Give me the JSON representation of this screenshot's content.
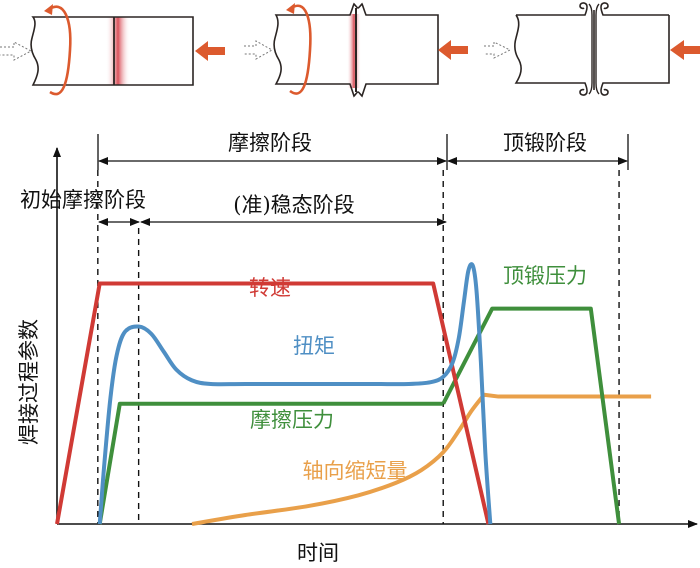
{
  "title": "旋转摩擦焊接过程参数示意图",
  "schematics": [
    {
      "name": "initial-friction",
      "features": [
        "rotation-arrow",
        "heated-interface",
        "axial-force-arrow",
        "dotted-feed-arrow"
      ]
    },
    {
      "name": "steady-friction",
      "features": [
        "rotation-arrow",
        "heated-interface-with-flash",
        "axial-force-arrow",
        "dotted-feed-arrow"
      ]
    },
    {
      "name": "forging",
      "features": [
        "curled-flash",
        "axial-force-arrow",
        "dotted-feed-arrow"
      ]
    }
  ],
  "phases": {
    "friction": "摩擦阶段",
    "forging": "顶锻阶段",
    "initial_friction": "初始摩擦阶段",
    "steady": "(准)稳态阶段"
  },
  "axes": {
    "x_label": "时间",
    "y_label": "焊接过程参数"
  },
  "colors": {
    "speed": "#d03a35",
    "torque": "#4f8fc4",
    "friction_pressure": "#3f8f3c",
    "forge_pressure": "#3f8f3c",
    "shortening": "#e9a04a",
    "heat": "#d9505a",
    "force_arrow": "#dc5a2e",
    "outline": "#2b2523"
  },
  "chart_data": {
    "type": "line",
    "title": "",
    "xlabel": "时间",
    "ylabel": "焊接过程参数",
    "xlim": [
      0,
      100
    ],
    "ylim": [
      0,
      100
    ],
    "grid": false,
    "phase_boundaries": [
      6.5,
      13,
      61.5,
      89.5
    ],
    "series": [
      {
        "name": "转速",
        "key": "speed",
        "points": [
          [
            0,
            0
          ],
          [
            6.8,
            67
          ],
          [
            59.9,
            67
          ],
          [
            68.7,
            0
          ]
        ]
      },
      {
        "name": "扭矩",
        "key": "torque",
        "points": [
          [
            6.8,
            0
          ],
          [
            7.5,
            16
          ],
          [
            8.5,
            35
          ],
          [
            9.5,
            47
          ],
          [
            10.8,
            53.5
          ],
          [
            13,
            55
          ],
          [
            15,
            53
          ],
          [
            17,
            48
          ],
          [
            19,
            43
          ],
          [
            21.5,
            40
          ],
          [
            24.5,
            39
          ],
          [
            30,
            39
          ],
          [
            40,
            39
          ],
          [
            50,
            39
          ],
          [
            56,
            39
          ],
          [
            59.5,
            39.5
          ],
          [
            61.5,
            41
          ],
          [
            63,
            45
          ],
          [
            64,
            52
          ],
          [
            64.8,
            62
          ],
          [
            65.5,
            70.5
          ],
          [
            66.2,
            72
          ],
          [
            66.8,
            65
          ],
          [
            67.5,
            45
          ],
          [
            68.2,
            20
          ],
          [
            69,
            0
          ]
        ]
      },
      {
        "name": "摩擦压力",
        "key": "friction_pressure",
        "points": [
          [
            6.8,
            0
          ],
          [
            10,
            33.5
          ],
          [
            61.5,
            33.5
          ]
        ]
      },
      {
        "name": "顶锻压力",
        "key": "forge_pressure",
        "points": [
          [
            61.5,
            33.5
          ],
          [
            69.3,
            60
          ],
          [
            85,
            60
          ],
          [
            89.5,
            0
          ]
        ]
      },
      {
        "name": "轴向缩短量",
        "key": "shortening",
        "points": [
          [
            21.5,
            0
          ],
          [
            30,
            2.5
          ],
          [
            40,
            5
          ],
          [
            48,
            8
          ],
          [
            54,
            11.5
          ],
          [
            58,
            15
          ],
          [
            61.5,
            20
          ],
          [
            64,
            26
          ],
          [
            66,
            31.5
          ],
          [
            68,
            36
          ],
          [
            70.3,
            35.5
          ],
          [
            71,
            35.5
          ],
          [
            94.6,
            35.5
          ]
        ]
      }
    ],
    "annotations": [
      {
        "text": "转速",
        "series": "speed"
      },
      {
        "text": "扭矩",
        "series": "torque"
      },
      {
        "text": "摩擦压力",
        "series": "friction_pressure"
      },
      {
        "text": "顶锻压力",
        "series": "forge_pressure"
      },
      {
        "text": "轴向缩短量",
        "series": "shortening"
      }
    ]
  }
}
